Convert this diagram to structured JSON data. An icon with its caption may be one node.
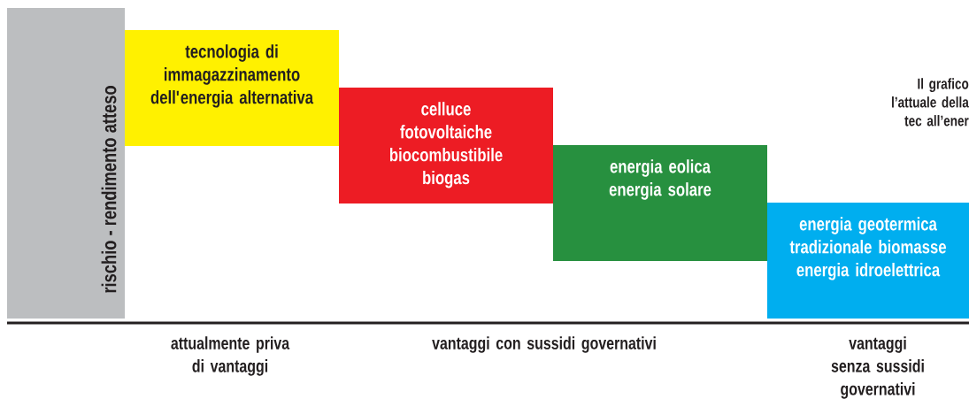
{
  "diagram": {
    "nodes": [
      {
        "text": [
          "rischio - rendimento atteso"
        ]
      },
      {
        "text": [
          "tecnologia di immagazzinamento dell'energia alternativa"
        ]
      },
      {
        "text": [
          "celluce fotovoltaiche biocombustibile biogas"
        ]
      },
      {
        "text": [
          "energia eolica energia solare"
        ]
      },
      {
        "text": [
          "energia geotermica tradizionale biomasse energia idroelettrica"
        ]
      }
    ],
    "edges": [],
    "labels": [
      "Il grafico l’attuale della tec all’ener",
      "attualmente priva di vantaggi",
      "vantaggi con sussidi governativi",
      "vantaggi senza sussidi governativi"
    ]
  }
}
